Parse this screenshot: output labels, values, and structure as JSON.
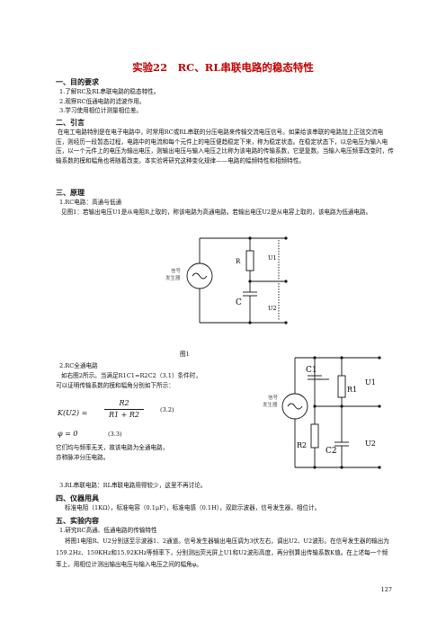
{
  "title": "实验22　RC、RL串联电路的稳态特性",
  "sec1": {
    "heading": "一、目的要求",
    "items": [
      "1.了解RC及RL串联电路的稳态特性。",
      "2.观察RC低通电路的滤波作用。",
      "3.学习使用相位计测量相位差。"
    ]
  },
  "sec2": {
    "heading": "二、引言",
    "text": "在电工电路特别是在电子电路中，时常用RC或RL串联的分压电路来传输交流电压信号。如果给该串联的电路加上正弦交流电压，则经历一段暂态过程，电路中的电流和每个元件上的电压便趋稳定下来，称为稳定状态。在稳定状态下，以总电压为输入电压，以一个元件上的电压为输出电压，则输出电压与输入电压之比称为该电路的传输系数，它是复数。当输入电压频率改变时，传输系数的模和幅角也将随着改变。本实验将研究这种变化规律——电路的幅频特性和相频特性。"
  },
  "sec3": {
    "heading": "三、原理",
    "sub1": "1.RC电路：高通与低通",
    "sub1_text": "见图1：若输出电压U1是从电阻R上取的，称该电路为高通电路。若输出电压U2是从电容上取的，该电路为低通电路。",
    "fig1_caption": "图1",
    "sub2": "2.RC全通电路",
    "sub2_text1": "如右图2所示。当满足R1C1=R2C2（3.1）条件时，",
    "sub2_text2": "可以证明传输系数的模和幅角分别如下所示：",
    "eq32_lhs": "K(U2) =",
    "eq32_num": "R2",
    "eq32_den": "R1 + R2",
    "eq32_tag": "(3.2)",
    "eq33": "φ = 0",
    "eq33_tag": "(3.3)",
    "sub2_text3": "它们均与频率无关，故该电路为全通电路，",
    "sub2_text4": "亦称脉冲分压电路。",
    "sub3": "3.RL串联电路：RL串联电路用得较少，这里不再讨论。"
  },
  "fig1": {
    "source_label_1": "信号",
    "source_label_2": "发生器",
    "r_label": "R",
    "c_label": "C",
    "u1_label": "U1",
    "u2_label": "U2"
  },
  "fig2": {
    "source_label_1": "信号",
    "source_label_2": "发生器",
    "c1_label": "C1",
    "r1_label": "R1",
    "r2_label": "R2",
    "c2_label": "C2",
    "u1_label": "U1",
    "u2_label": "U2"
  },
  "sec4": {
    "heading": "四、仪器用具",
    "text": "标准电阻（1KΩ），标准电容（0.1μF），标准电感（0.1H），双踪示波器，信号发生器，相位计。"
  },
  "sec5": {
    "heading": "五、实验内容",
    "sub1": "1.研究RC高通、低通电路的传输特性",
    "text": "将图1电阻R、U2分别送至示波器1、2通道。信号发生器输出电压调为3伏左右，调出U2、U2波形。在信号发生器的输出为159.2Hz、159KHz和15.92KHz等频率下，分别测出荧光屏上U1和U2波形高度，再分别算出传输系数K值。在上述每一个频率上，用相位计测出输出电压与输入电压之间的幅角φ。"
  },
  "page_number": "127"
}
